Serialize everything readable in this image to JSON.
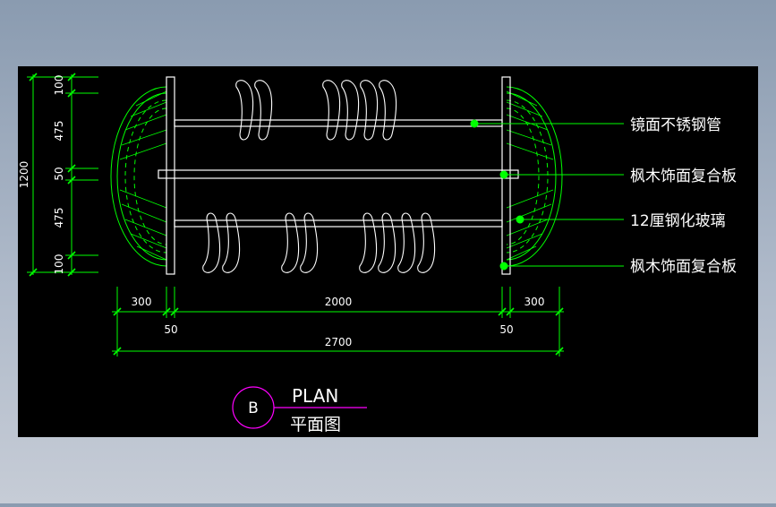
{
  "colors": {
    "background": "#000000",
    "page": "#8a9bb0",
    "dimension": "#00ff00",
    "outline": "#ffffff",
    "title_circle": "#ff00ff",
    "text": "#ffffff"
  },
  "callouts": [
    "镜面不锈钢管",
    "枫木饰面复合板",
    "12厘钢化玻璃",
    "枫木饰面复合板"
  ],
  "dims_left": [
    "100",
    "475",
    "50",
    "475",
    "100"
  ],
  "dim_total_height": "1200",
  "dims_bottom_top": [
    "300",
    "2000",
    "300"
  ],
  "dims_bottom_small": [
    "50",
    "50"
  ],
  "dim_total_width": "2700",
  "title": {
    "letter": "B",
    "en": "PLAN",
    "cn": "平面图"
  }
}
